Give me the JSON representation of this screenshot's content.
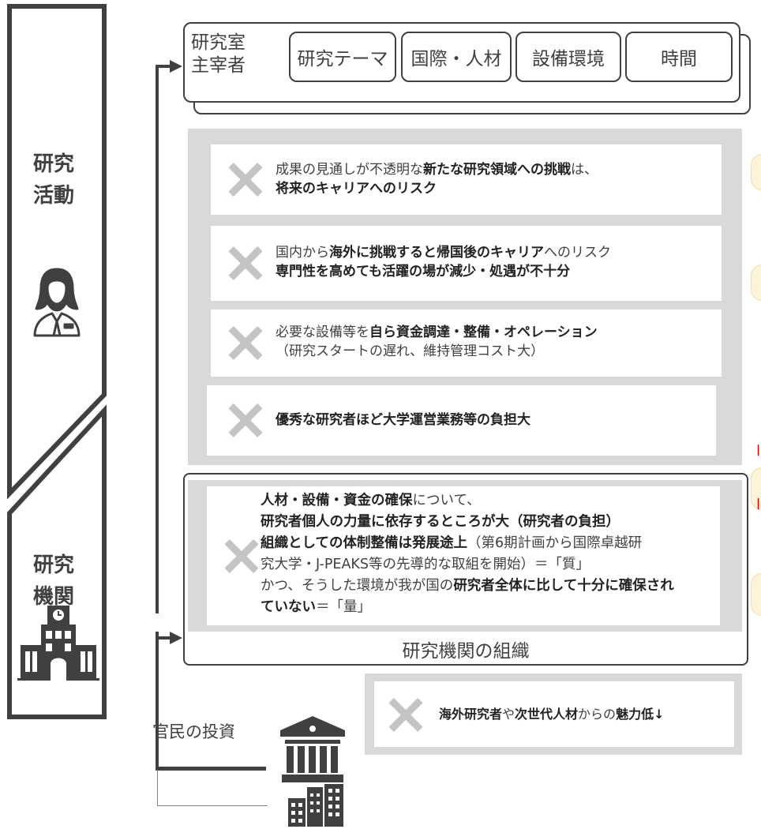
{
  "left_band": {
    "top_label": "研究\n活動",
    "bottom_label": "研究\n機関"
  },
  "header": {
    "owner_label": "研究室\n主宰者",
    "items": [
      "研究テーマ",
      "国際・人材",
      "設備環境",
      "時間"
    ]
  },
  "issues": [
    {
      "segments": [
        {
          "t": "成果の見通しが不透明な",
          "b": false
        },
        {
          "t": "新たな研究領域への挑戦",
          "b": true
        },
        {
          "t": "は、",
          "b": false
        },
        {
          "br": true
        },
        {
          "t": "将来のキャリアへのリスク",
          "b": true
        }
      ]
    },
    {
      "segments": [
        {
          "t": "国内から",
          "b": false
        },
        {
          "t": "海外に挑戦すると帰国後のキャリア",
          "b": true
        },
        {
          "t": "へのリスク",
          "b": false
        },
        {
          "br": true
        },
        {
          "t": "専門性を高めても活躍の場が減少・処遇が不十分",
          "b": true
        }
      ]
    },
    {
      "segments": [
        {
          "t": "必要な設備等を",
          "b": false
        },
        {
          "t": "自ら資金調達・整備・オペレーション",
          "b": true
        },
        {
          "br": true
        },
        {
          "t": "（研究スタートの遅れ、維持管理コスト大）",
          "b": false
        }
      ]
    },
    {
      "segments": [
        {
          "t": "優秀な研究者ほど大学運営業務等の負担大",
          "b": true
        }
      ]
    }
  ],
  "org_issue": {
    "segments": [
      {
        "t": "人材・設備・資金の確保",
        "b": true
      },
      {
        "t": "について、",
        "b": false
      },
      {
        "br": true
      },
      {
        "t": "研究者個人の力量に依存するところが大（研究者の負担）",
        "b": true
      },
      {
        "br": true
      },
      {
        "t": "組織としての体制整備は発展途上",
        "b": true
      },
      {
        "t": "（第6期計画から国際卓越研",
        "b": false
      },
      {
        "br": true
      },
      {
        "t": "究大学・J-PEAKS等の先導的な取組を開始）＝「質」",
        "b": false
      },
      {
        "br": true
      },
      {
        "t": "かつ、そうした環境が我が国の",
        "b": false
      },
      {
        "t": "研究者全体に比して十分に確保され",
        "b": true
      },
      {
        "br": true
      },
      {
        "t": "ていない",
        "b": true
      },
      {
        "t": "＝「量」",
        "b": false
      }
    ]
  },
  "org_label": "研究機関の組織",
  "bottom_issue": {
    "segments": [
      {
        "t": "海外研究者",
        "b": true
      },
      {
        "t": "や",
        "b": false
      },
      {
        "t": "次世代人材",
        "b": true
      },
      {
        "t": "からの",
        "b": false
      },
      {
        "t": "魅力低↓",
        "b": true
      }
    ]
  },
  "investment_label": "官民の投資",
  "icons": [
    "researcher-icon",
    "university-icon",
    "bank-icon",
    "company-building-icon",
    "x-icon",
    "arrow-right-icon"
  ],
  "colors": {
    "dark": "#404040",
    "panel_gray": "#d9d9d9",
    "cross_gray": "#c4c4c4",
    "accent_red": "#e00000"
  }
}
